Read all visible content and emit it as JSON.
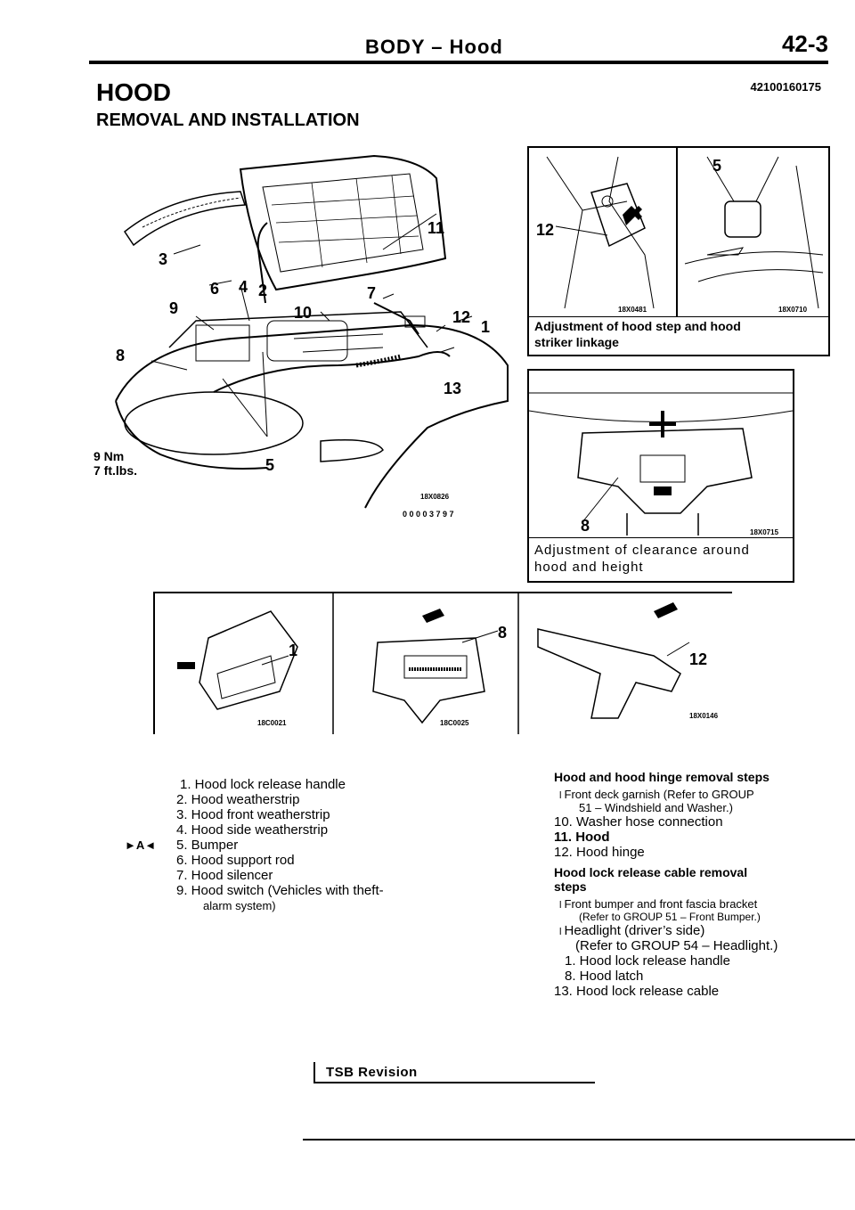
{
  "header": {
    "title": "BODY – Hood",
    "page_number": "42-3"
  },
  "section": {
    "title": "HOOD",
    "code": "42100160175",
    "subtitle": "REMOVAL AND INSTALLATION"
  },
  "main_figure": {
    "callouts": [
      "3",
      "6",
      "4",
      "2",
      "7",
      "9",
      "10",
      "12",
      "1",
      "11",
      "8",
      "13",
      "5"
    ],
    "torque": [
      "9 Nm",
      "7 ft.lbs."
    ],
    "figure_code": "18X0826",
    "figure_number": "0 0 0 0 3 7 9 7"
  },
  "detail_top": {
    "left_callout": "12",
    "right_callout": "5",
    "left_code": "18X0481",
    "right_code": "18X0710",
    "caption_line1": "Adjustment of hood step and hood",
    "caption_line2": "striker linkage"
  },
  "detail_mid": {
    "callout": "8",
    "code": "18X0715",
    "caption_line1": "Adjustment of clearance around",
    "caption_line2": "hood and height"
  },
  "strip": {
    "panels": [
      {
        "callout": "1",
        "code": "18C0021"
      },
      {
        "callout": "8",
        "code": "18C0025"
      },
      {
        "callout": "12",
        "code": "18X0146"
      }
    ]
  },
  "parts_list": {
    "items": [
      "1. Hood lock release handle",
      "2. Hood weatherstrip",
      "3. Hood front weatherstrip",
      "4. Hood side weatherstrip",
      "5.  Bumper",
      "6. Hood support rod",
      "7. Hood silencer",
      "9. Hood switch (Vehicles with theft-"
    ],
    "item9_cont": "alarm  system)",
    "marker": "►A◄"
  },
  "steps": {
    "removal_title": "Hood and hood hinge removal steps",
    "removal_items": [
      "Front deck garnish (Refer to GROUP",
      "51  –  Windshield  and  Washer.)",
      "10. Washer hose connection",
      "11. Hood",
      "12. Hood hinge"
    ],
    "cable_title_1": "Hood lock release cable removal",
    "cable_title_2": "steps",
    "cable_items": [
      "Front bumper and front fascia bracket",
      "(Refer  to  GROUP  51  –  Front  Bumper.)",
      "Headlight (driver’s  side)",
      "(Refer  to  GROUP 54  –  Headlight.)",
      "1. Hood lock release handle",
      "8. Hood latch",
      "13. Hood lock release cable"
    ]
  },
  "footer": {
    "tsb": "TSB  Revision"
  }
}
